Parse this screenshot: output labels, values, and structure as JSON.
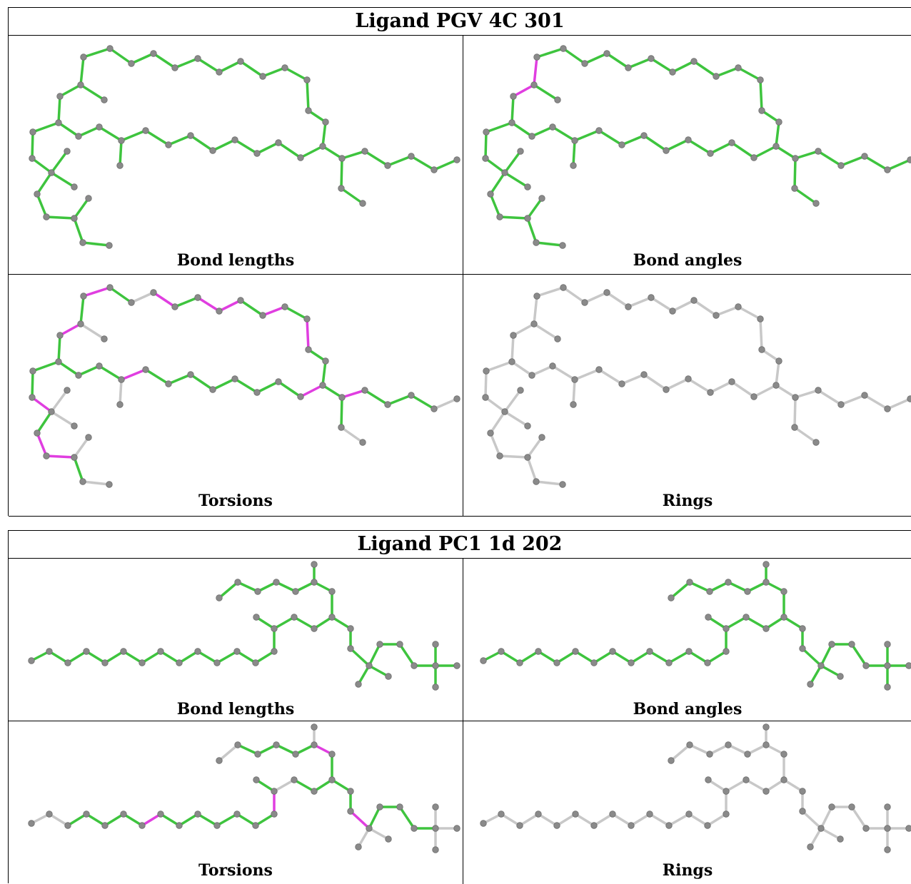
{
  "colors": {
    "ok": "#3ec43e",
    "outlier": "#e03ee0",
    "neutral": "#c8c8c8",
    "atom": "#8a8a8a"
  },
  "tables": [
    {
      "title": "Ligand PGV 4C 301",
      "panels": [
        {
          "label": "Bond lengths",
          "mode": "lengths"
        },
        {
          "label": "Bond angles",
          "mode": "angles"
        },
        {
          "label": "Torsions",
          "mode": "torsions"
        },
        {
          "label": "Rings",
          "mode": "rings"
        }
      ]
    },
    {
      "title": "Ligand PC1 1d 202",
      "panels": [
        {
          "label": "Bond lengths",
          "mode": "lengths"
        },
        {
          "label": "Bond angles",
          "mode": "angles"
        },
        {
          "label": "Torsions",
          "mode": "torsions"
        },
        {
          "label": "Rings",
          "mode": "rings"
        }
      ]
    }
  ]
}
